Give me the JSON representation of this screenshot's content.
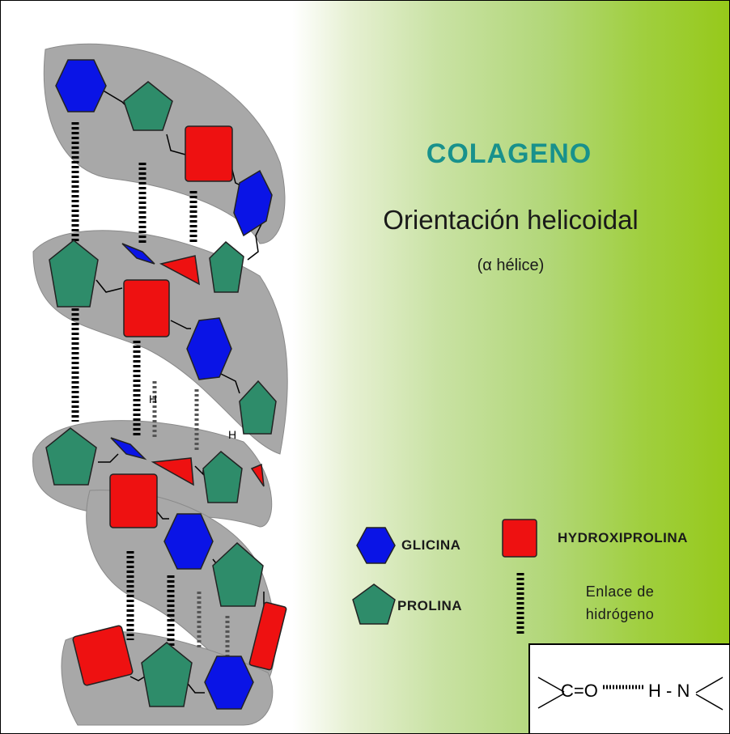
{
  "title": "COLAGENO",
  "subtitle": "Orientación helicoidal",
  "subsubtitle": "(α hélice)",
  "legend": {
    "glycine": "GLICINA",
    "proline": "PROLINA",
    "hydroxyproline": "HYDROXIPROLINA",
    "hbond_line1": "Enlace de",
    "hbond_line2": "hidrógeno"
  },
  "formula": {
    "left": "C=O",
    "right": "H - N"
  },
  "bond_labels": [
    "H",
    "H"
  ],
  "colors": {
    "glycine": "#0a14e6",
    "proline": "#2e8c6a",
    "hydroxyproline": "#ee1111",
    "ribbon": "#a8a8a8",
    "title": "#18918c"
  }
}
